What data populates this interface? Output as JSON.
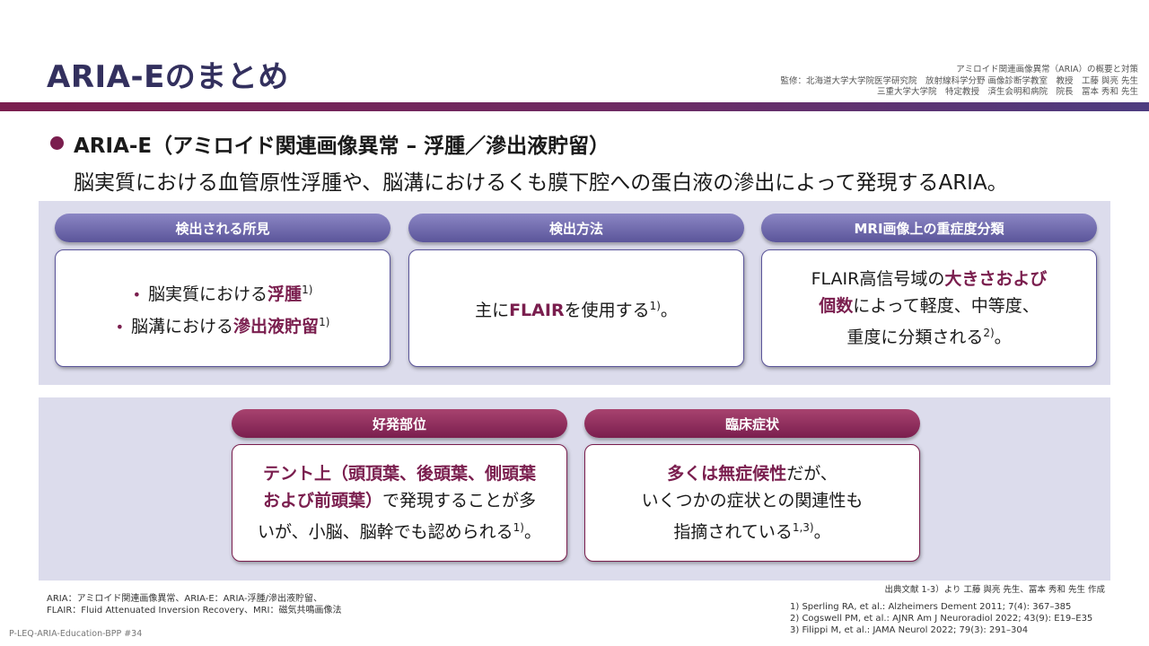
{
  "header": {
    "title": "ARIA-Eのまとめ",
    "supervision": [
      "アミロイド関連画像異常（ARIA）の概要と対策",
      "監修：北海道大学大学院医学研究院　放射線科学分野 画像診断学教室　教授　工藤 與亮 先生",
      "三重大学大学院　特定教授　済生会明和病院　院長　冨本 秀和 先生"
    ]
  },
  "intro": {
    "heading": "ARIA-E（アミロイド関連画像異常 – 浮腫／滲出液貯留）",
    "text": "脳実質における血管原性浮腫や、脳溝におけるくも膜下腔への蛋白液の滲出によって発現するARIA。"
  },
  "cards_top": [
    {
      "label": "検出される所見",
      "items": [
        {
          "prefix": "脳実質における",
          "highlight": "浮腫",
          "ref": "1)"
        },
        {
          "prefix": "脳溝における",
          "highlight": "滲出液貯留",
          "ref": "1)"
        }
      ]
    },
    {
      "label": "検出方法",
      "pre": "主に",
      "highlight": "FLAIR",
      "post": "を使用する",
      "ref": "1)",
      "tail": "。"
    },
    {
      "label": "MRI画像上の重症度分類",
      "line1_pre": "FLAIR高信号域の",
      "line1_hl": "大きさおよび",
      "line2_hl": "個数",
      "line2_post": "によって軽度、中等度、",
      "line3_pre": "重度に分類される",
      "ref": "2)",
      "tail": "。"
    }
  ],
  "cards_bottom": [
    {
      "label": "好発部位",
      "line1_hl": "テント上（頭頂葉、後頭葉、側頭葉",
      "line2_hl": "および前頭葉）",
      "line2_post": "で発現することが多",
      "line3_pre": "いが、小脳、脳幹でも認められる",
      "ref": "1)",
      "tail": "。"
    },
    {
      "label": "臨床症状",
      "line1_hl": "多くは無症候性",
      "line1_post": "だが、",
      "line2": "いくつかの症状との関連性も",
      "line3_pre": "指摘されている",
      "ref": "1,3)",
      "tail": "。"
    }
  ],
  "footer": {
    "abbrev": [
      "ARIA：アミロイド関連画像異常、ARIA-E：ARIA-浮腫/滲出液貯留、",
      "FLAIR：Fluid Attenuated Inversion Recovery、MRI：磁気共鳴画像法"
    ],
    "source": "出典文献 1-3）より 工藤 與亮 先生、冨本 秀和 先生 作成",
    "references": [
      "1) Sperling RA, et al.: Alzheimers Dement 2011; 7(4): 367–385",
      "2) Cogswell PM, et al.: AJNR Am J Neuroradiol 2022; 43(9): E19–E35",
      "3) Filippi M, et al.: JAMA Neurol 2022; 79(3): 291–304"
    ],
    "code": "P-LEQ-ARIA-Education-BPP #34"
  },
  "colors": {
    "accent": "#7a1e4e",
    "navy": "#33305e",
    "purple_pill": "#6f6aab",
    "panel": "#dcdcec"
  }
}
